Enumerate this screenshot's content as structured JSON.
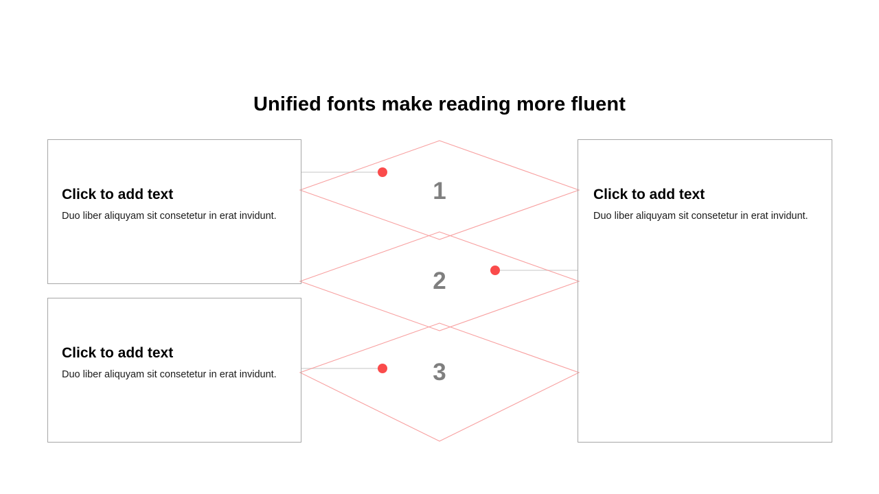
{
  "slide": {
    "title": "Unified fonts make reading more fluent",
    "background_color": "#ffffff"
  },
  "colors": {
    "diamond_outline": "#f8a0a0",
    "marker_dot": "#fa4b4b",
    "connector_line": "#d9d9d9",
    "box_border": "#a6a6a6",
    "number_text": "#7f7f7f",
    "heading_text": "#000000",
    "body_text": "#1a1a1a"
  },
  "boxes": [
    {
      "id": "left-top",
      "heading": "Click to add text",
      "body": "Duo liber aliquyam sit consetetur in erat invidunt."
    },
    {
      "id": "left-bottom",
      "heading": "Click to add text",
      "body": "Duo liber aliquyam sit consetetur in erat invidunt."
    },
    {
      "id": "right",
      "heading": "Click to add text",
      "body": "Duo liber aliquyam sit consetetur in erat invidunt."
    }
  ],
  "steps": [
    {
      "number": "1"
    },
    {
      "number": "2"
    },
    {
      "number": "3"
    }
  ]
}
